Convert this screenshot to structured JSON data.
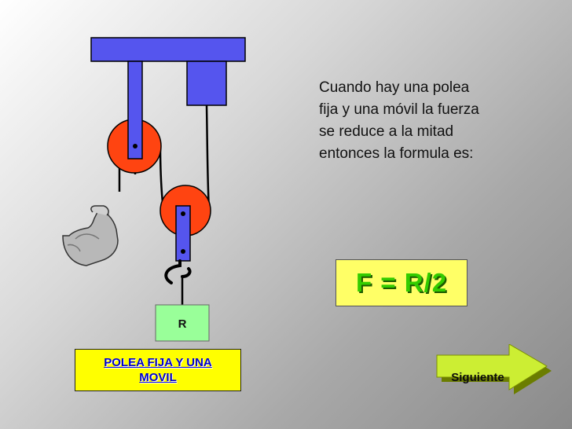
{
  "description": {
    "lines": [
      "Cuando hay una polea",
      "fija y una móvil la fuerza",
      "se reduce a la mitad",
      "entonces la formula es:"
    ]
  },
  "formula": {
    "text": "F = R/2"
  },
  "load": {
    "label": "R"
  },
  "caption": {
    "lines": [
      "POLEA FIJA Y UNA",
      "MOVIL"
    ]
  },
  "navigation": {
    "next_label": "Siguiente"
  },
  "colors": {
    "beam": "#5555ee",
    "pulley": "#ff4411",
    "load_box": "#99ff99",
    "caption_bg": "#ffff00",
    "caption_text": "#0000cc",
    "formula_bg": "#ffff66",
    "formula_text": "#33cc00",
    "next_arrow": "#ccee33"
  },
  "icons": [
    "flexed-arm-icon",
    "hook-icon",
    "next-arrow-icon"
  ]
}
